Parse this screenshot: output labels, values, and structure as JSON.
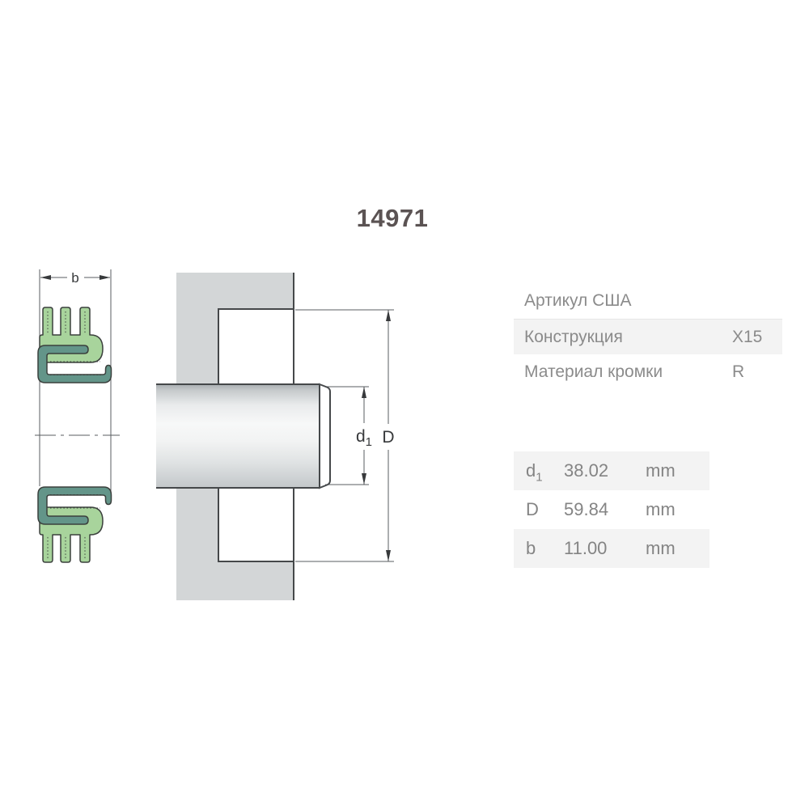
{
  "title": "14971",
  "drawing": {
    "dim_b_label": "b",
    "dim_d1_label": "d",
    "dim_d1_sub": "1",
    "dim_D_label": "D",
    "colors": {
      "rubber_green": "#a8d49c",
      "metal_teal": "#639589",
      "housing_gray": "#d3d6d7",
      "shaft_end_gray": "#e9ebeb"
    }
  },
  "spec_table": {
    "rows": [
      {
        "label": "Артикул США",
        "value": ""
      },
      {
        "label": "Конструкция",
        "value": "X15"
      },
      {
        "label": "Материал кромки",
        "value": "R"
      }
    ]
  },
  "dimensions_table": {
    "rows": [
      {
        "label": "d",
        "sub": "1",
        "value": "38.02",
        "unit": "mm"
      },
      {
        "label": "D",
        "sub": "",
        "value": "59.84",
        "unit": "mm"
      },
      {
        "label": "b",
        "sub": "",
        "value": "11.00",
        "unit": "mm"
      }
    ]
  }
}
